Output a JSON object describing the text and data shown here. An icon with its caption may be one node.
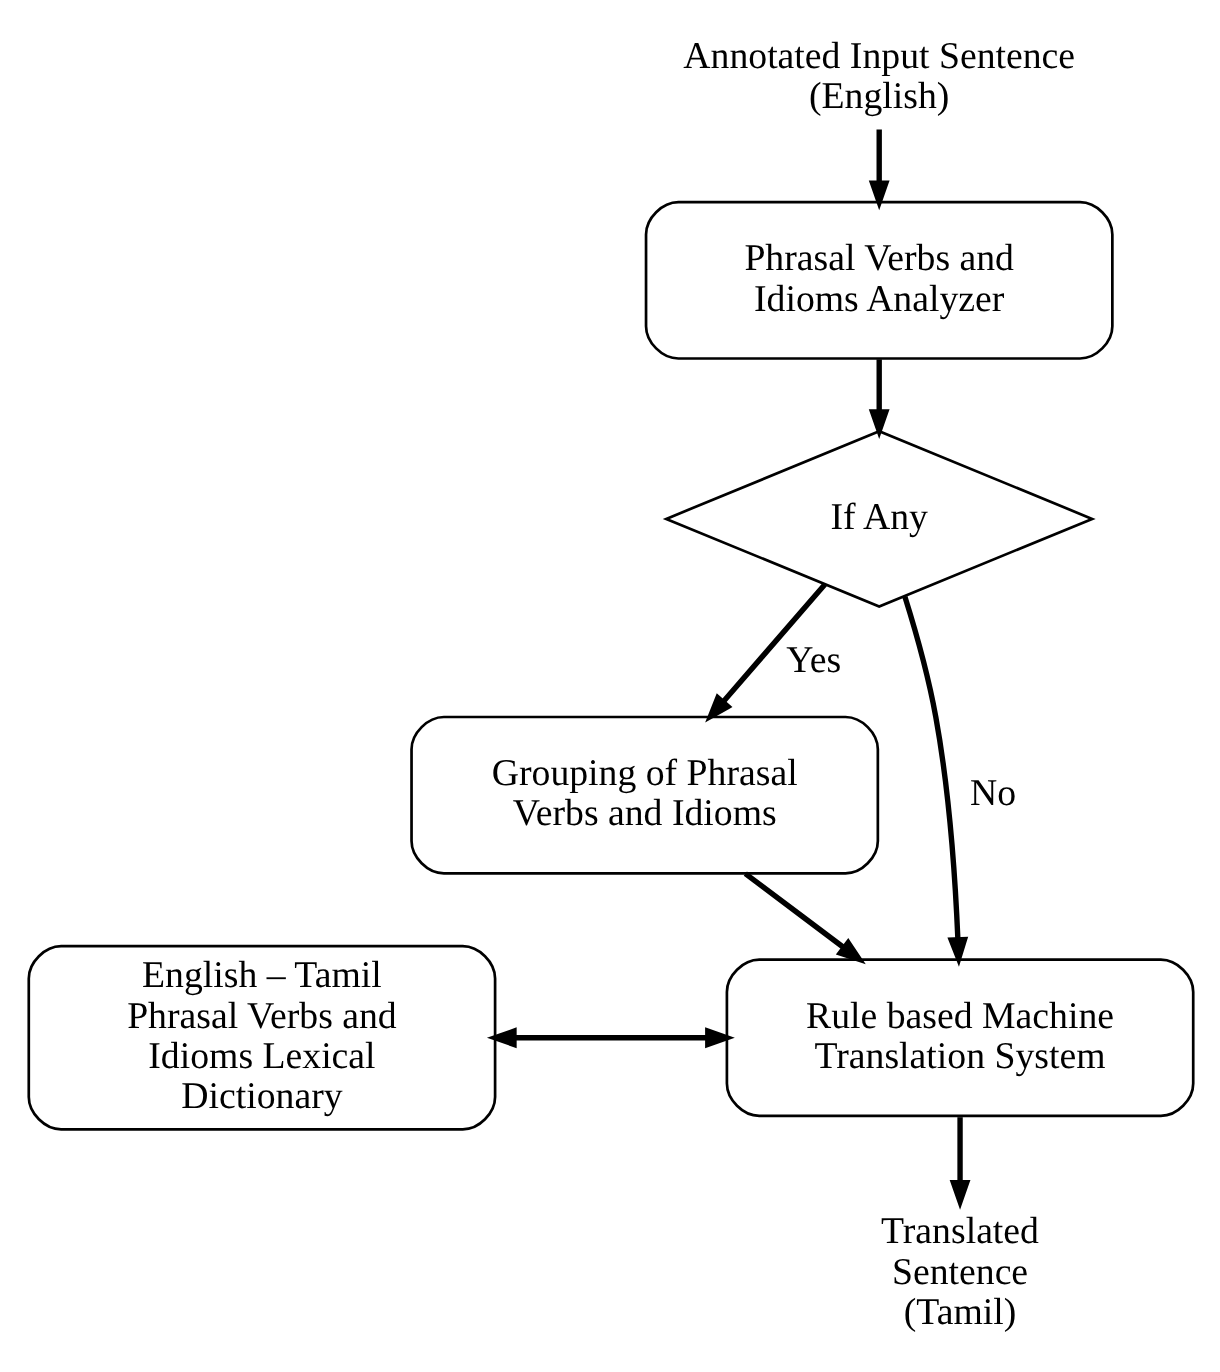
{
  "diagram": {
    "nodes": [
      {
        "text": [
          "Annotated Input Sentence (English)"
        ]
      },
      {
        "text": [
          "Phrasal Verbs and Idioms Analyzer"
        ]
      },
      {
        "text": [
          "If Any"
        ]
      },
      {
        "text": [
          "Grouping of Phrasal Verbs and Idioms"
        ]
      },
      {
        "text": [
          "English – Tamil Phrasal Verbs and Idioms Lexical Dictionary"
        ]
      },
      {
        "text": [
          "Rule based Machine Translation System"
        ]
      },
      {
        "text": [
          "Translated Sentence (Tamil)"
        ]
      }
    ],
    "edges": [
      {
        "from": 0,
        "to": 1,
        "arrow": "to"
      },
      {
        "from": 1,
        "to": 2,
        "arrow": "to"
      },
      {
        "from": 2,
        "to": 3,
        "arrow": "to",
        "label": "Yes"
      },
      {
        "from": 2,
        "to": 5,
        "arrow": "to",
        "label": "No"
      },
      {
        "from": 3,
        "to": 5,
        "arrow": "to"
      },
      {
        "from": 4,
        "to": 5,
        "arrow": "both"
      },
      {
        "from": 5,
        "to": 6,
        "arrow": "to"
      }
    ]
  }
}
